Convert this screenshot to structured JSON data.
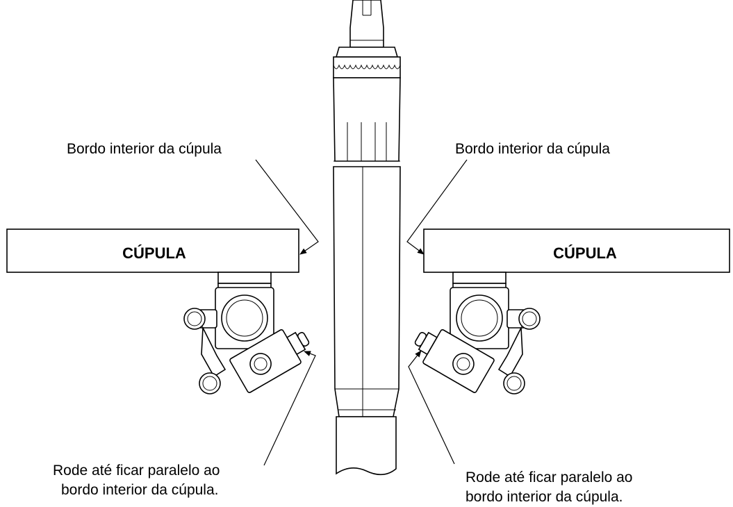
{
  "labels": {
    "edge_left": "Bordo interior da cúpula",
    "edge_right": "Bordo interior da cúpula",
    "dome_left": "CÚPULA",
    "dome_right": "CÚPULA",
    "rotate_left_line1": "Rode até ficar paralelo ao",
    "rotate_left_line2": "bordo interior da cúpula.",
    "rotate_right_line1": "Rode até ficar paralelo ao",
    "rotate_right_line2": "bordo interior da cúpula."
  }
}
